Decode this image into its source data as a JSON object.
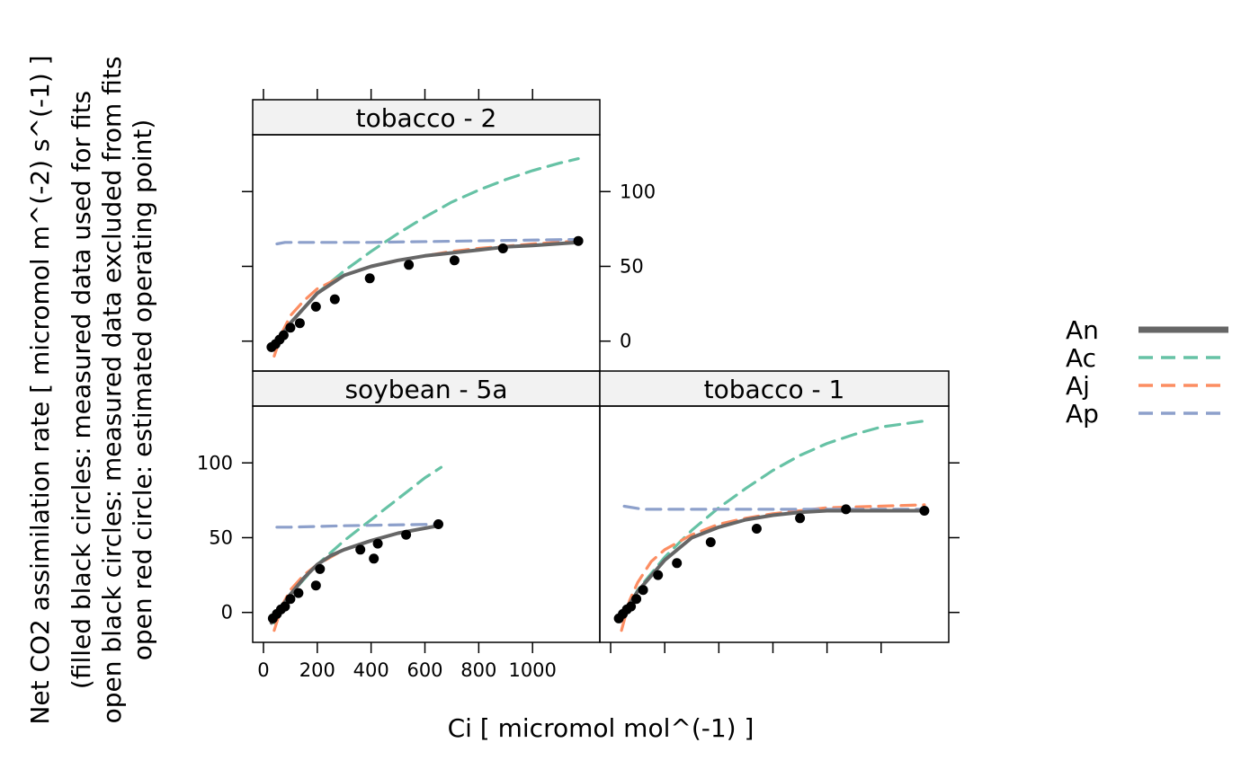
{
  "chart_data": {
    "type": "line",
    "layout": "lattice 2x2 (bottom-left, bottom-right, top-left panels)",
    "xlabel": "Ci [ micromol mol^(-1) ]",
    "ylabel_lines": [
      "Net CO2 assimilation rate [ micromol m^(-2) s^(-1) ]",
      "(filled black circles: measured data used for fits",
      "open black circles: measured data excluded from fits",
      "open red circle: estimated operating point)"
    ],
    "x_ticks": [
      0,
      200,
      400,
      600,
      800,
      1000
    ],
    "x_tick_labels": [
      "0",
      "200",
      "400",
      "600",
      "800",
      "1000"
    ],
    "y_ticks": [
      0,
      50,
      100
    ],
    "y_tick_labels": [
      "0",
      "50",
      "100"
    ],
    "xlim": [
      -40,
      1250
    ],
    "ylim": [
      -20,
      138
    ],
    "grid": false,
    "legend_position": "right",
    "legend": [
      {
        "name": "An",
        "color": "#666666",
        "style": "solid"
      },
      {
        "name": "Ac",
        "color": "#66c2a5",
        "style": "dashed"
      },
      {
        "name": "Aj",
        "color": "#fc8d62",
        "style": "dashed"
      },
      {
        "name": "Ap",
        "color": "#8da0cb",
        "style": "dashed"
      }
    ],
    "panels": [
      {
        "strip": "soybean - 5a",
        "points": {
          "x": [
            35,
            50,
            65,
            80,
            100,
            130,
            195,
            210,
            360,
            410,
            425,
            530,
            650
          ],
          "y": [
            -4,
            -1,
            2,
            4,
            9,
            13,
            18,
            29,
            42,
            36,
            46,
            52,
            59
          ]
        },
        "series": [
          {
            "name": "An",
            "x": [
              30,
              60,
              100,
              150,
              200,
              250,
              300,
              400,
              500,
              650
            ],
            "y": [
              -7,
              2,
              12,
              23,
              32,
              38,
              42,
              48,
              53,
              58
            ]
          },
          {
            "name": "Ac",
            "x": [
              40,
              100,
              200,
              300,
              400,
              500,
              600,
              660
            ],
            "y": [
              -7,
              12,
              32,
              48,
              62,
              76,
              90,
              97
            ]
          },
          {
            "name": "Aj",
            "x": [
              40,
              70,
              100,
              150,
              200,
              300,
              400,
              500,
              650
            ],
            "y": [
              -12,
              5,
              15,
              25,
              32,
              42,
              48,
              53,
              58
            ]
          },
          {
            "name": "Ap",
            "x": [
              50,
              100,
              300,
              650
            ],
            "y": [
              57,
              57,
              58,
              59
            ]
          }
        ]
      },
      {
        "strip": "tobacco - 1",
        "points": {
          "x": [
            30,
            45,
            60,
            75,
            95,
            120,
            175,
            245,
            370,
            540,
            700,
            870,
            1160
          ],
          "y": [
            -4,
            -1,
            2,
            4,
            9,
            15,
            25,
            33,
            47,
            56,
            63,
            69,
            68
          ]
        },
        "series": [
          {
            "name": "An",
            "x": [
              30,
              60,
              100,
              200,
              300,
              400,
              500,
              600,
              700,
              800,
              900,
              1160
            ],
            "y": [
              -5,
              3,
              14,
              35,
              50,
              57,
              62,
              65,
              67,
              68,
              68,
              68
            ]
          },
          {
            "name": "Ac",
            "x": [
              40,
              100,
              200,
              300,
              400,
              500,
              600,
              700,
              800,
              900,
              1000,
              1160
            ],
            "y": [
              -5,
              15,
              37,
              55,
              70,
              83,
              95,
              105,
              113,
              119,
              124,
              128
            ]
          },
          {
            "name": "Aj",
            "x": [
              40,
              70,
              100,
              150,
              200,
              300,
              400,
              500,
              600,
              700,
              800,
              1160
            ],
            "y": [
              -12,
              8,
              20,
              34,
              42,
              52,
              59,
              63,
              66,
              68,
              70,
              72
            ]
          },
          {
            "name": "Ap",
            "x": [
              50,
              120,
              300,
              600,
              1160
            ],
            "y": [
              71,
              69,
              69,
              69,
              69
            ]
          }
        ]
      },
      {
        "strip": "tobacco - 2",
        "points": {
          "x": [
            30,
            45,
            60,
            75,
            100,
            135,
            195,
            265,
            395,
            540,
            710,
            890,
            1170
          ],
          "y": [
            -4,
            -2,
            1,
            4,
            9,
            12,
            23,
            28,
            42,
            51,
            54,
            62,
            67
          ]
        },
        "series": [
          {
            "name": "An",
            "x": [
              30,
              60,
              100,
              200,
              300,
              400,
              500,
              600,
              700,
              800,
              900,
              1000,
              1170
            ],
            "y": [
              -6,
              2,
              12,
              32,
              44,
              50,
              54,
              57,
              59,
              61,
              63,
              64,
              66
            ]
          },
          {
            "name": "Ac",
            "x": [
              40,
              100,
              200,
              300,
              400,
              500,
              600,
              700,
              800,
              900,
              1000,
              1100,
              1170
            ],
            "y": [
              -6,
              12,
              32,
              47,
              60,
              72,
              83,
              93,
              101,
              108,
              114,
              119,
              122
            ]
          },
          {
            "name": "Aj",
            "x": [
              40,
              70,
              100,
              150,
              200,
              300,
              400,
              500,
              600,
              700,
              800,
              1000,
              1170
            ],
            "y": [
              -10,
              6,
              17,
              27,
              35,
              44,
              50,
              54,
              57,
              60,
              62,
              65,
              67
            ]
          },
          {
            "name": "Ap",
            "x": [
              50,
              80,
              400,
              1170
            ],
            "y": [
              65,
              66,
              66,
              68
            ]
          }
        ]
      }
    ]
  }
}
